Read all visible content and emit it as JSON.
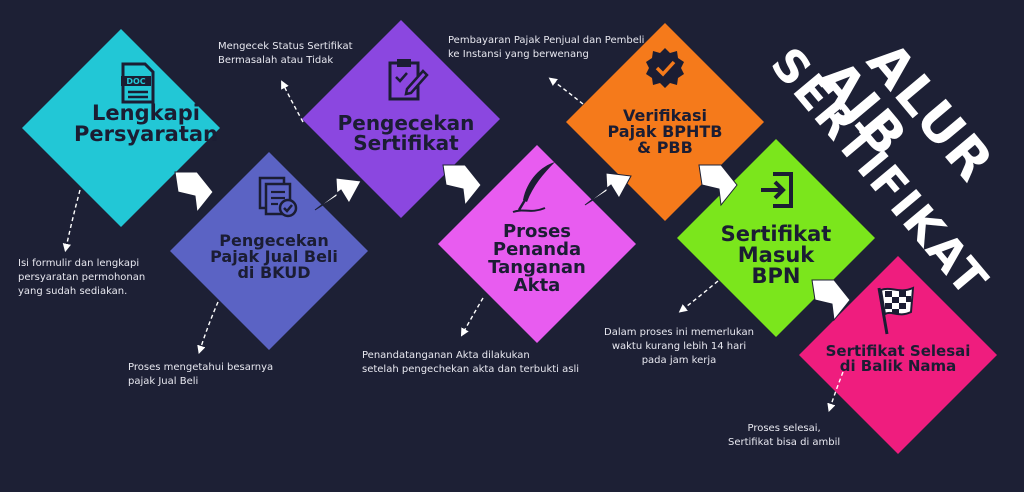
{
  "title": {
    "line1": "ALUR",
    "line2": "AJB",
    "line3": "SERTIFIKAT"
  },
  "steps": [
    {
      "label": "Lengkapi\nPersyaratan",
      "color": "#22c7d6",
      "icon": "doc-icon"
    },
    {
      "label": "Pengecekan\nPajak Jual Beli\ndi BKUD",
      "color": "#5b63c4",
      "icon": "documents-check-icon"
    },
    {
      "label": "Pengecekan\nSertifikat",
      "color": "#8b47e0",
      "icon": "clipboard-pen-icon"
    },
    {
      "label": "Proses\nPenanda\nTanganan\nAkta",
      "color": "#e85cf0",
      "icon": "quill-pen-icon"
    },
    {
      "label": "Verifikasi\nPajak BPHTB\n& PBB",
      "color": "#f57a1b",
      "icon": "verified-badge-icon"
    },
    {
      "label": "Sertifikat\nMasuk\nBPN",
      "color": "#7be61c",
      "icon": "sign-in-icon"
    },
    {
      "label": "Sertifikat Selesai\ndi Balik Nama",
      "color": "#ef1d7e",
      "icon": "checkered-flag-icon"
    }
  ],
  "notes": {
    "step1": "Isi formulir dan lengkapi\npersyaratan permohonan\nyang sudah sediakan.",
    "step2": "Proses mengetahui besarnya\npajak Jual Beli",
    "step3": "Mengecek Status Sertifikat\nBermasalah atau Tidak",
    "step4": "Penandatanganan Akta dilakukan\nsetelah pengechekan akta dan terbukti asli",
    "step5": "Pembayaran Pajak Penjual dan Pembeli\nke Instansi yang berwenang",
    "step6": "Dalam proses ini memerlukan\nwaktu kurang lebih 14 hari\npada jam kerja",
    "step7": "Proses selesai,\nSertifikat bisa di ambil"
  },
  "colors": {
    "background": "#1d2035",
    "text_dark": "#1b1d33",
    "arrow": "#ffffff"
  }
}
